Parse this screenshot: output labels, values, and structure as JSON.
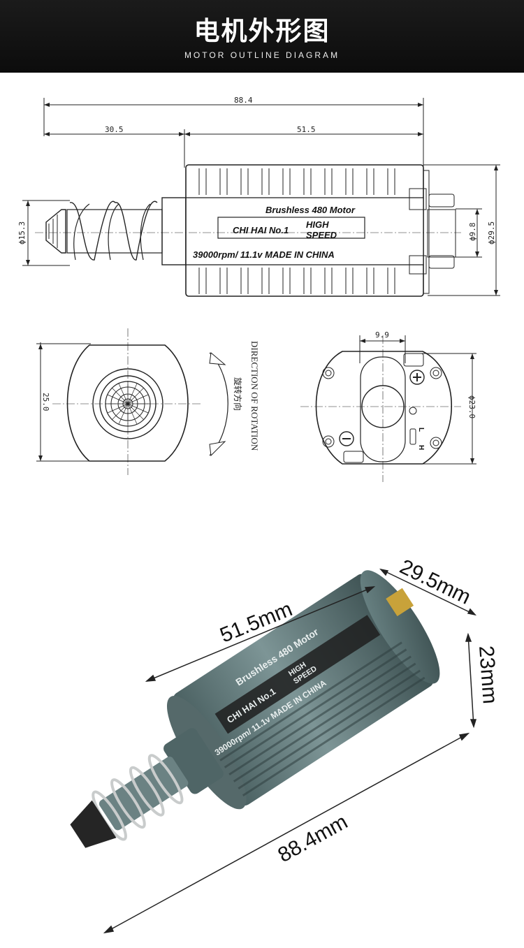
{
  "header": {
    "title_cn": "电机外形图",
    "title_en": "MOTOR OUTLINE DIAGRAM"
  },
  "drawing": {
    "dims": {
      "total": "88.4",
      "front": "30.5",
      "body": "51.5",
      "dia_shaft": "ϕ15.3",
      "dia_body": "ϕ29.5",
      "dia_small": "ϕ9.8",
      "width": "25.0",
      "top_sep": "9.9",
      "height": "ϕ23.0"
    },
    "motor_text": {
      "line1": "Brushless 480 Motor",
      "brand": "CHI HAI No.1",
      "high": "HIGH",
      "speed": "SPEED",
      "line3": "39000rpm/ 11.1v  MADE IN CHINA"
    },
    "rotation_en": "DIRECTION OF ROTATION",
    "rotation_cn": "旋转方向",
    "switch_l": "L",
    "switch_h": "H"
  },
  "photo": {
    "length_body": "51.5mm",
    "diameter": "29.5mm",
    "height": "23mm",
    "length_total": "88.4mm"
  },
  "colors": {
    "header_bg": "#111111",
    "motor_body": "#5e7777"
  }
}
